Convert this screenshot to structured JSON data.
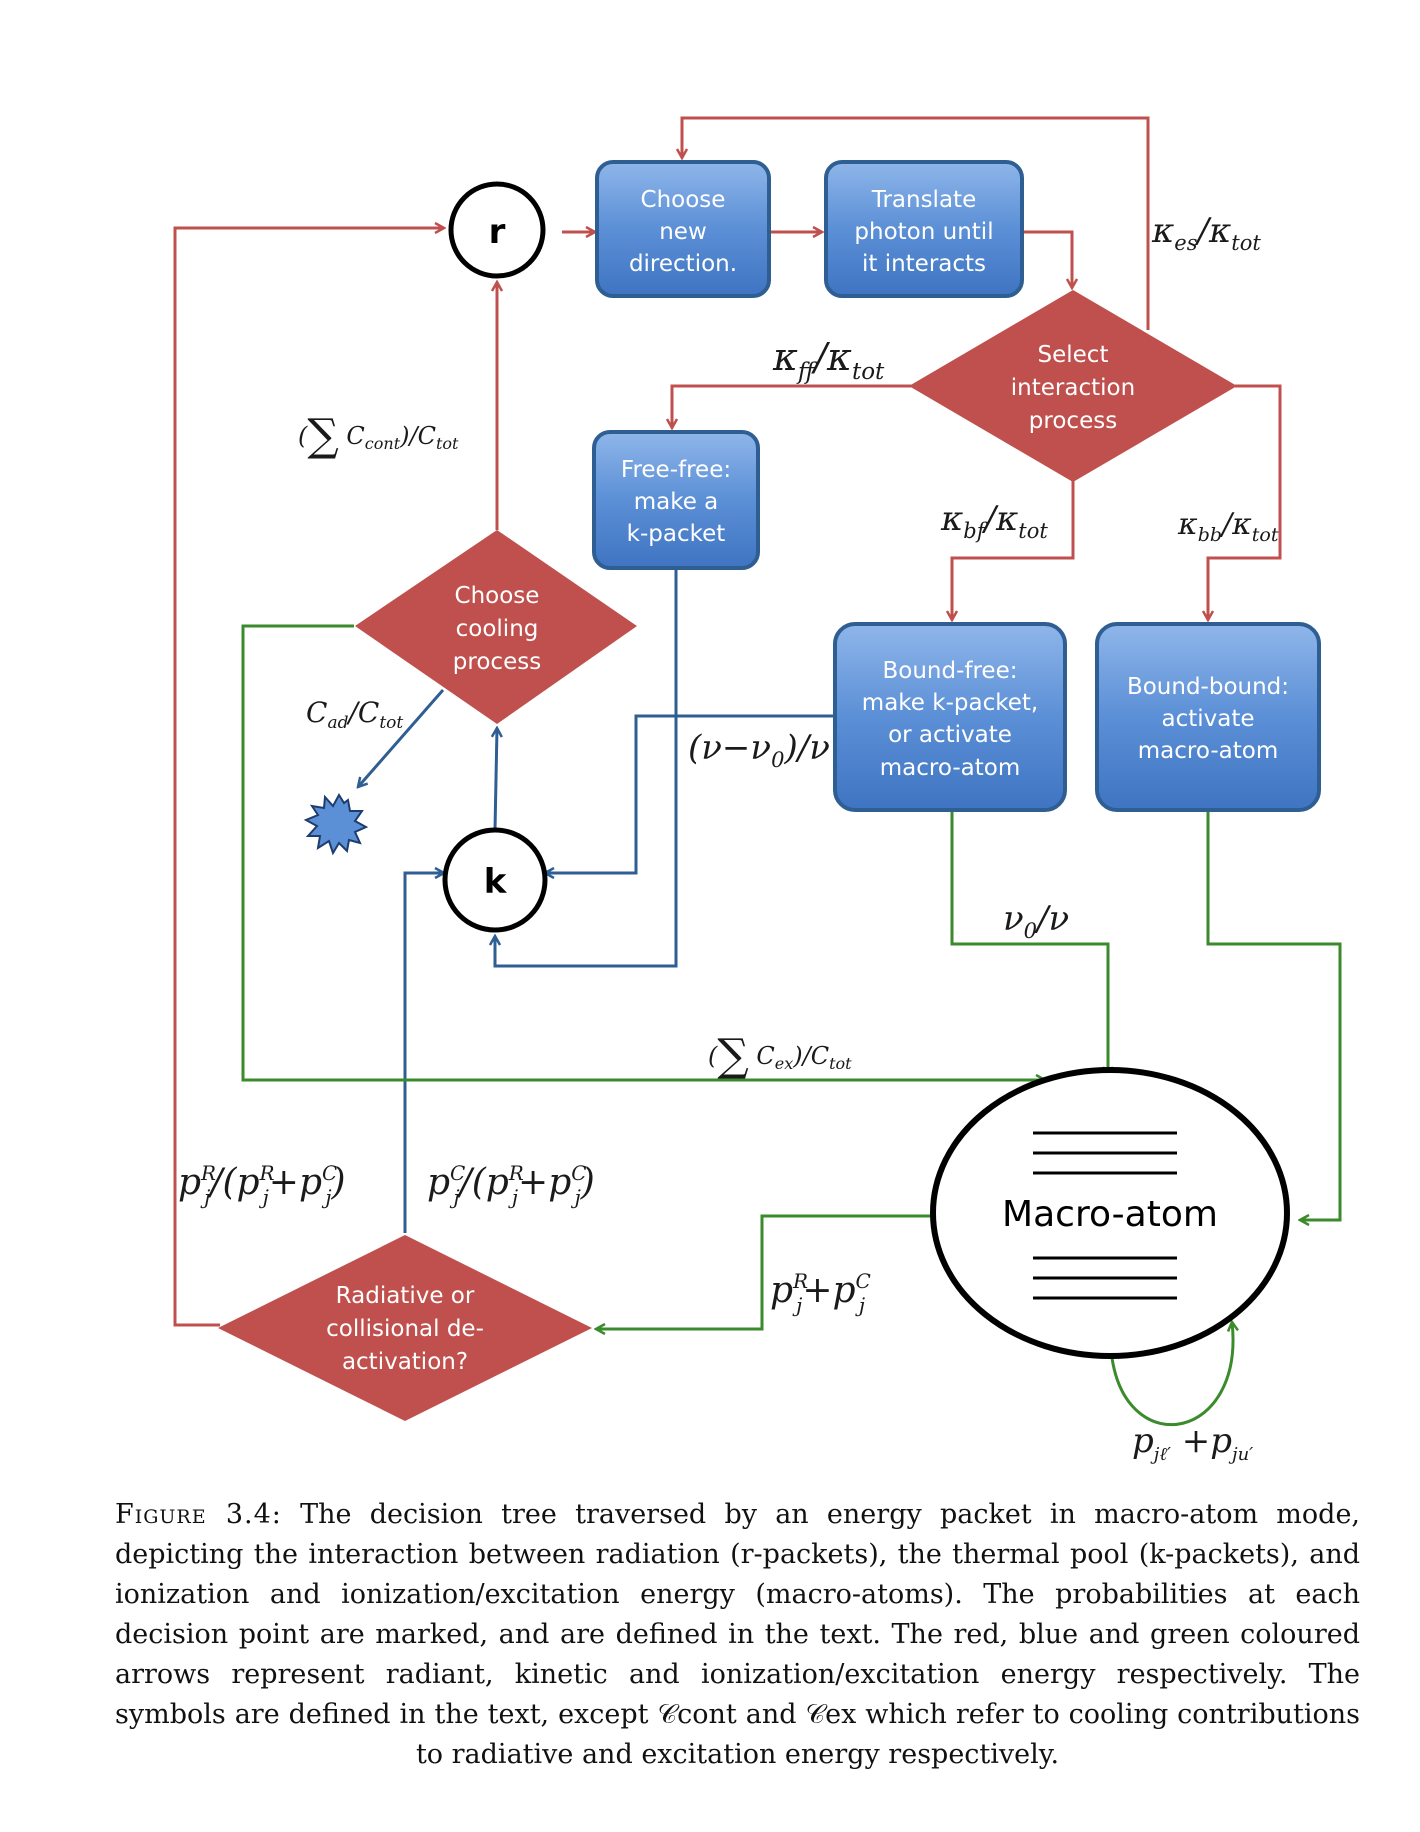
{
  "nodes": {
    "r": "r",
    "k": "k",
    "choose_direction": [
      "Choose",
      "new",
      "direction."
    ],
    "translate_photon": [
      "Translate",
      "photon until",
      "it interacts"
    ],
    "select_interaction": [
      "Select",
      "interaction",
      "process"
    ],
    "free_free": [
      "Free-free:",
      "make a",
      "k-packet"
    ],
    "choose_cooling": [
      "Choose",
      "cooling",
      "process"
    ],
    "bound_free": [
      "Bound-free:",
      "make k-packet,",
      "or activate",
      "macro-atom"
    ],
    "bound_bound": [
      "Bound-bound:",
      "activate",
      "macro-atom"
    ],
    "radiative_collisional": [
      "Radiative or",
      "collisional de-",
      "activation?"
    ],
    "macro_atom": "Macro-atom"
  },
  "labels": {
    "kappa_es": "κes/κtot",
    "kappa_ff": "κff/κtot",
    "kappa_bf": "κbf/κtot",
    "kappa_bb": "κbb/κtot",
    "sum_ccont": "(∑Ccont)/Ctot",
    "c_ad": "Cad/Ctot",
    "nu_minus_nu0": "(ν-ν0)/ν",
    "nu0_over_nu": "ν0/ν",
    "sum_cex": "(∑Cex)/Ctot",
    "prob_radiative": "pjR/(pjR+pjC)",
    "prob_collisional": "pjC/(pjR+pjC)",
    "p_sum": "pjR+pjC",
    "p_internal": "pjℓ′+pju′"
  },
  "colors": {
    "radiant": "#c0504d",
    "kinetic": "#2f5e93",
    "excitation": "#3b8a2c",
    "box_fill": "#5b8fd6",
    "diamond_fill": "#c0504d"
  },
  "caption": {
    "label": "Figure 3.4:",
    "text": "The decision tree traversed by an energy packet in macro-atom mode, depicting the interaction between radiation (r-packets), the thermal pool (k-packets), and ionization and ionization/excitation energy (macro-atoms). The probabilities at each decision point are marked, and are defined in the text. The red, blue and green coloured arrows represent radiant, kinetic and ionization/excitation energy respectively. The symbols are defined in the text, except 𝒞cont and 𝒞ex which refer to cooling contributions to radiative and excitation energy respectively."
  }
}
